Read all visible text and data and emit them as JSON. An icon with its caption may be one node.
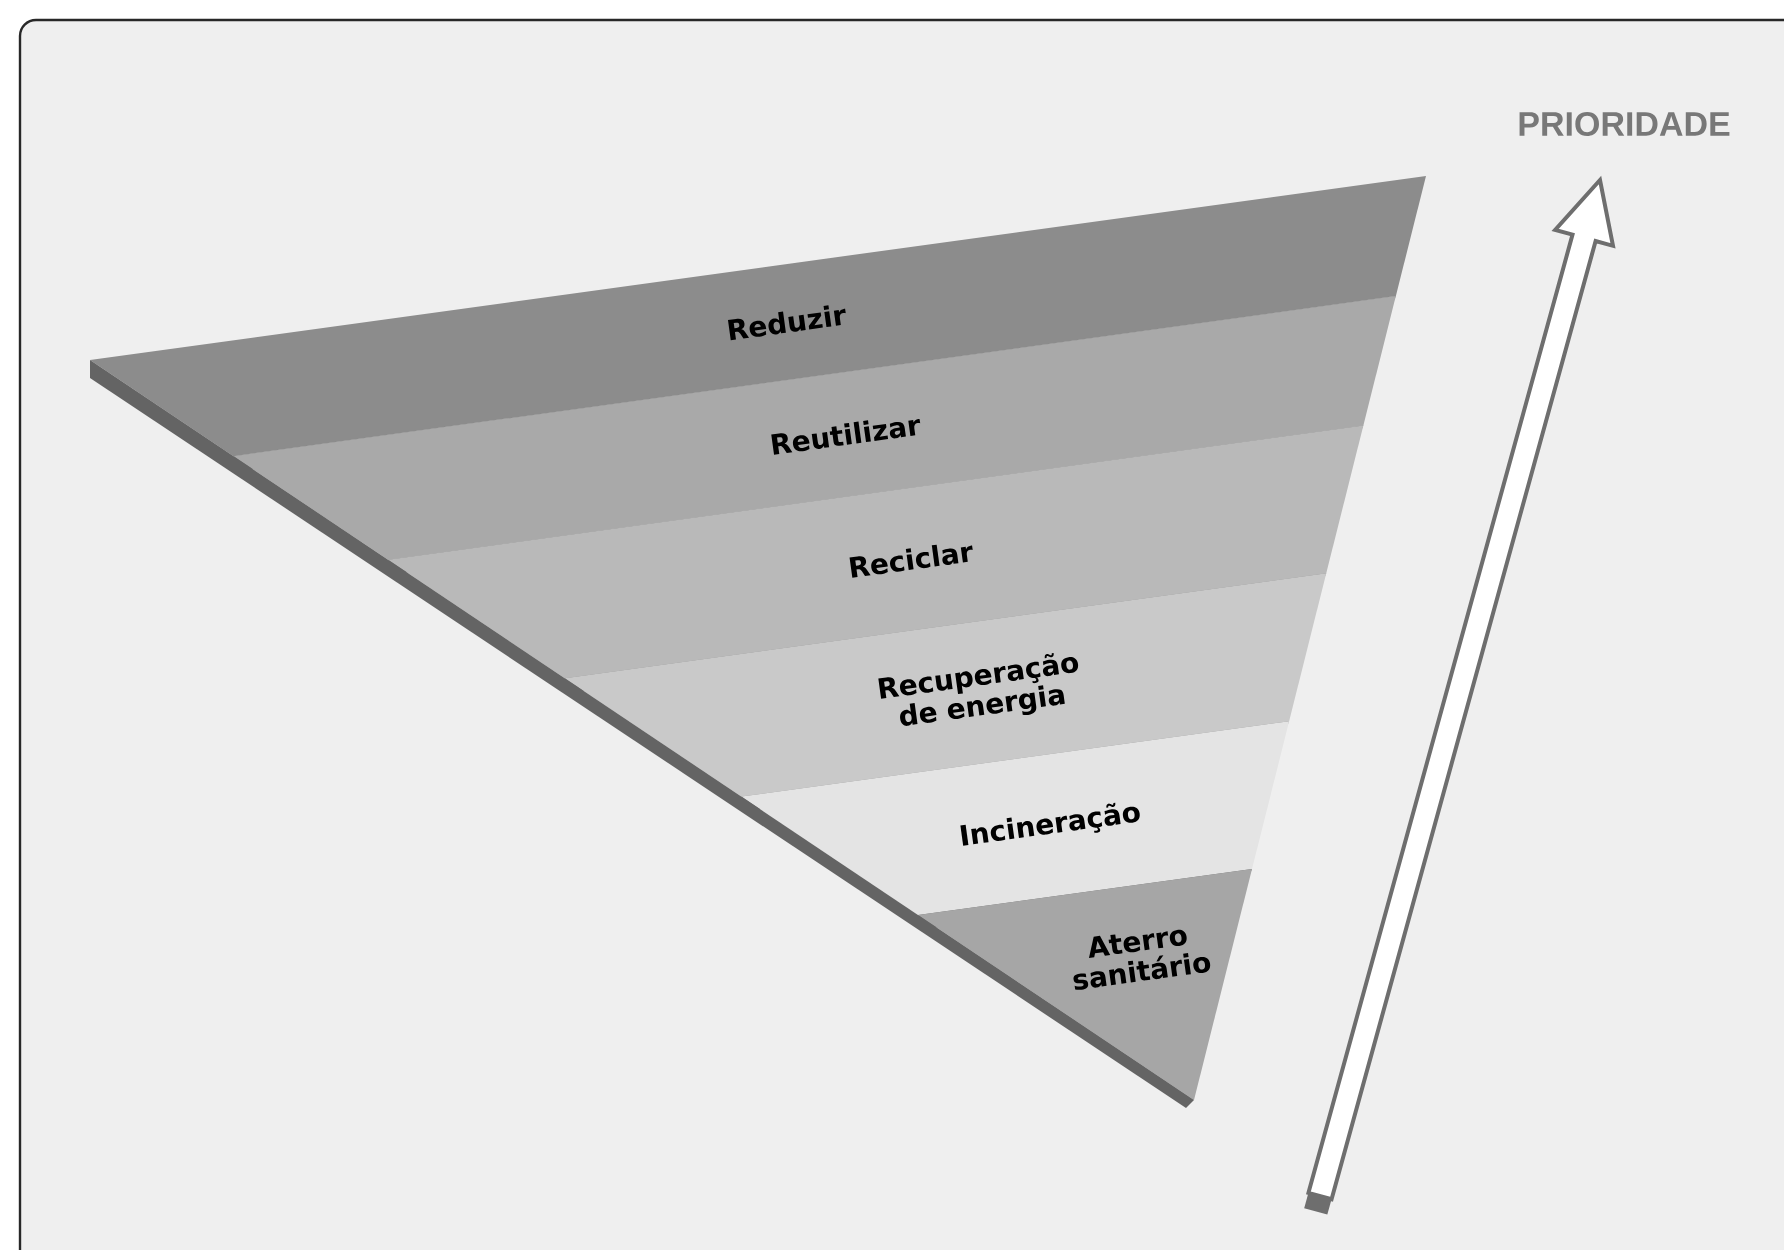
{
  "diagram": {
    "nodes": [
      {
        "text": [
          "Reduzir"
        ]
      },
      {
        "text": [
          "Reutilizar"
        ]
      },
      {
        "text": [
          "Reciclar"
        ]
      },
      {
        "text": [
          "Recuperação de energia"
        ]
      },
      {
        "text": [
          "Incineração"
        ]
      },
      {
        "text": [
          "Aterro sanitário"
        ]
      }
    ],
    "labels": [
      "PRIORIDADE"
    ]
  }
}
